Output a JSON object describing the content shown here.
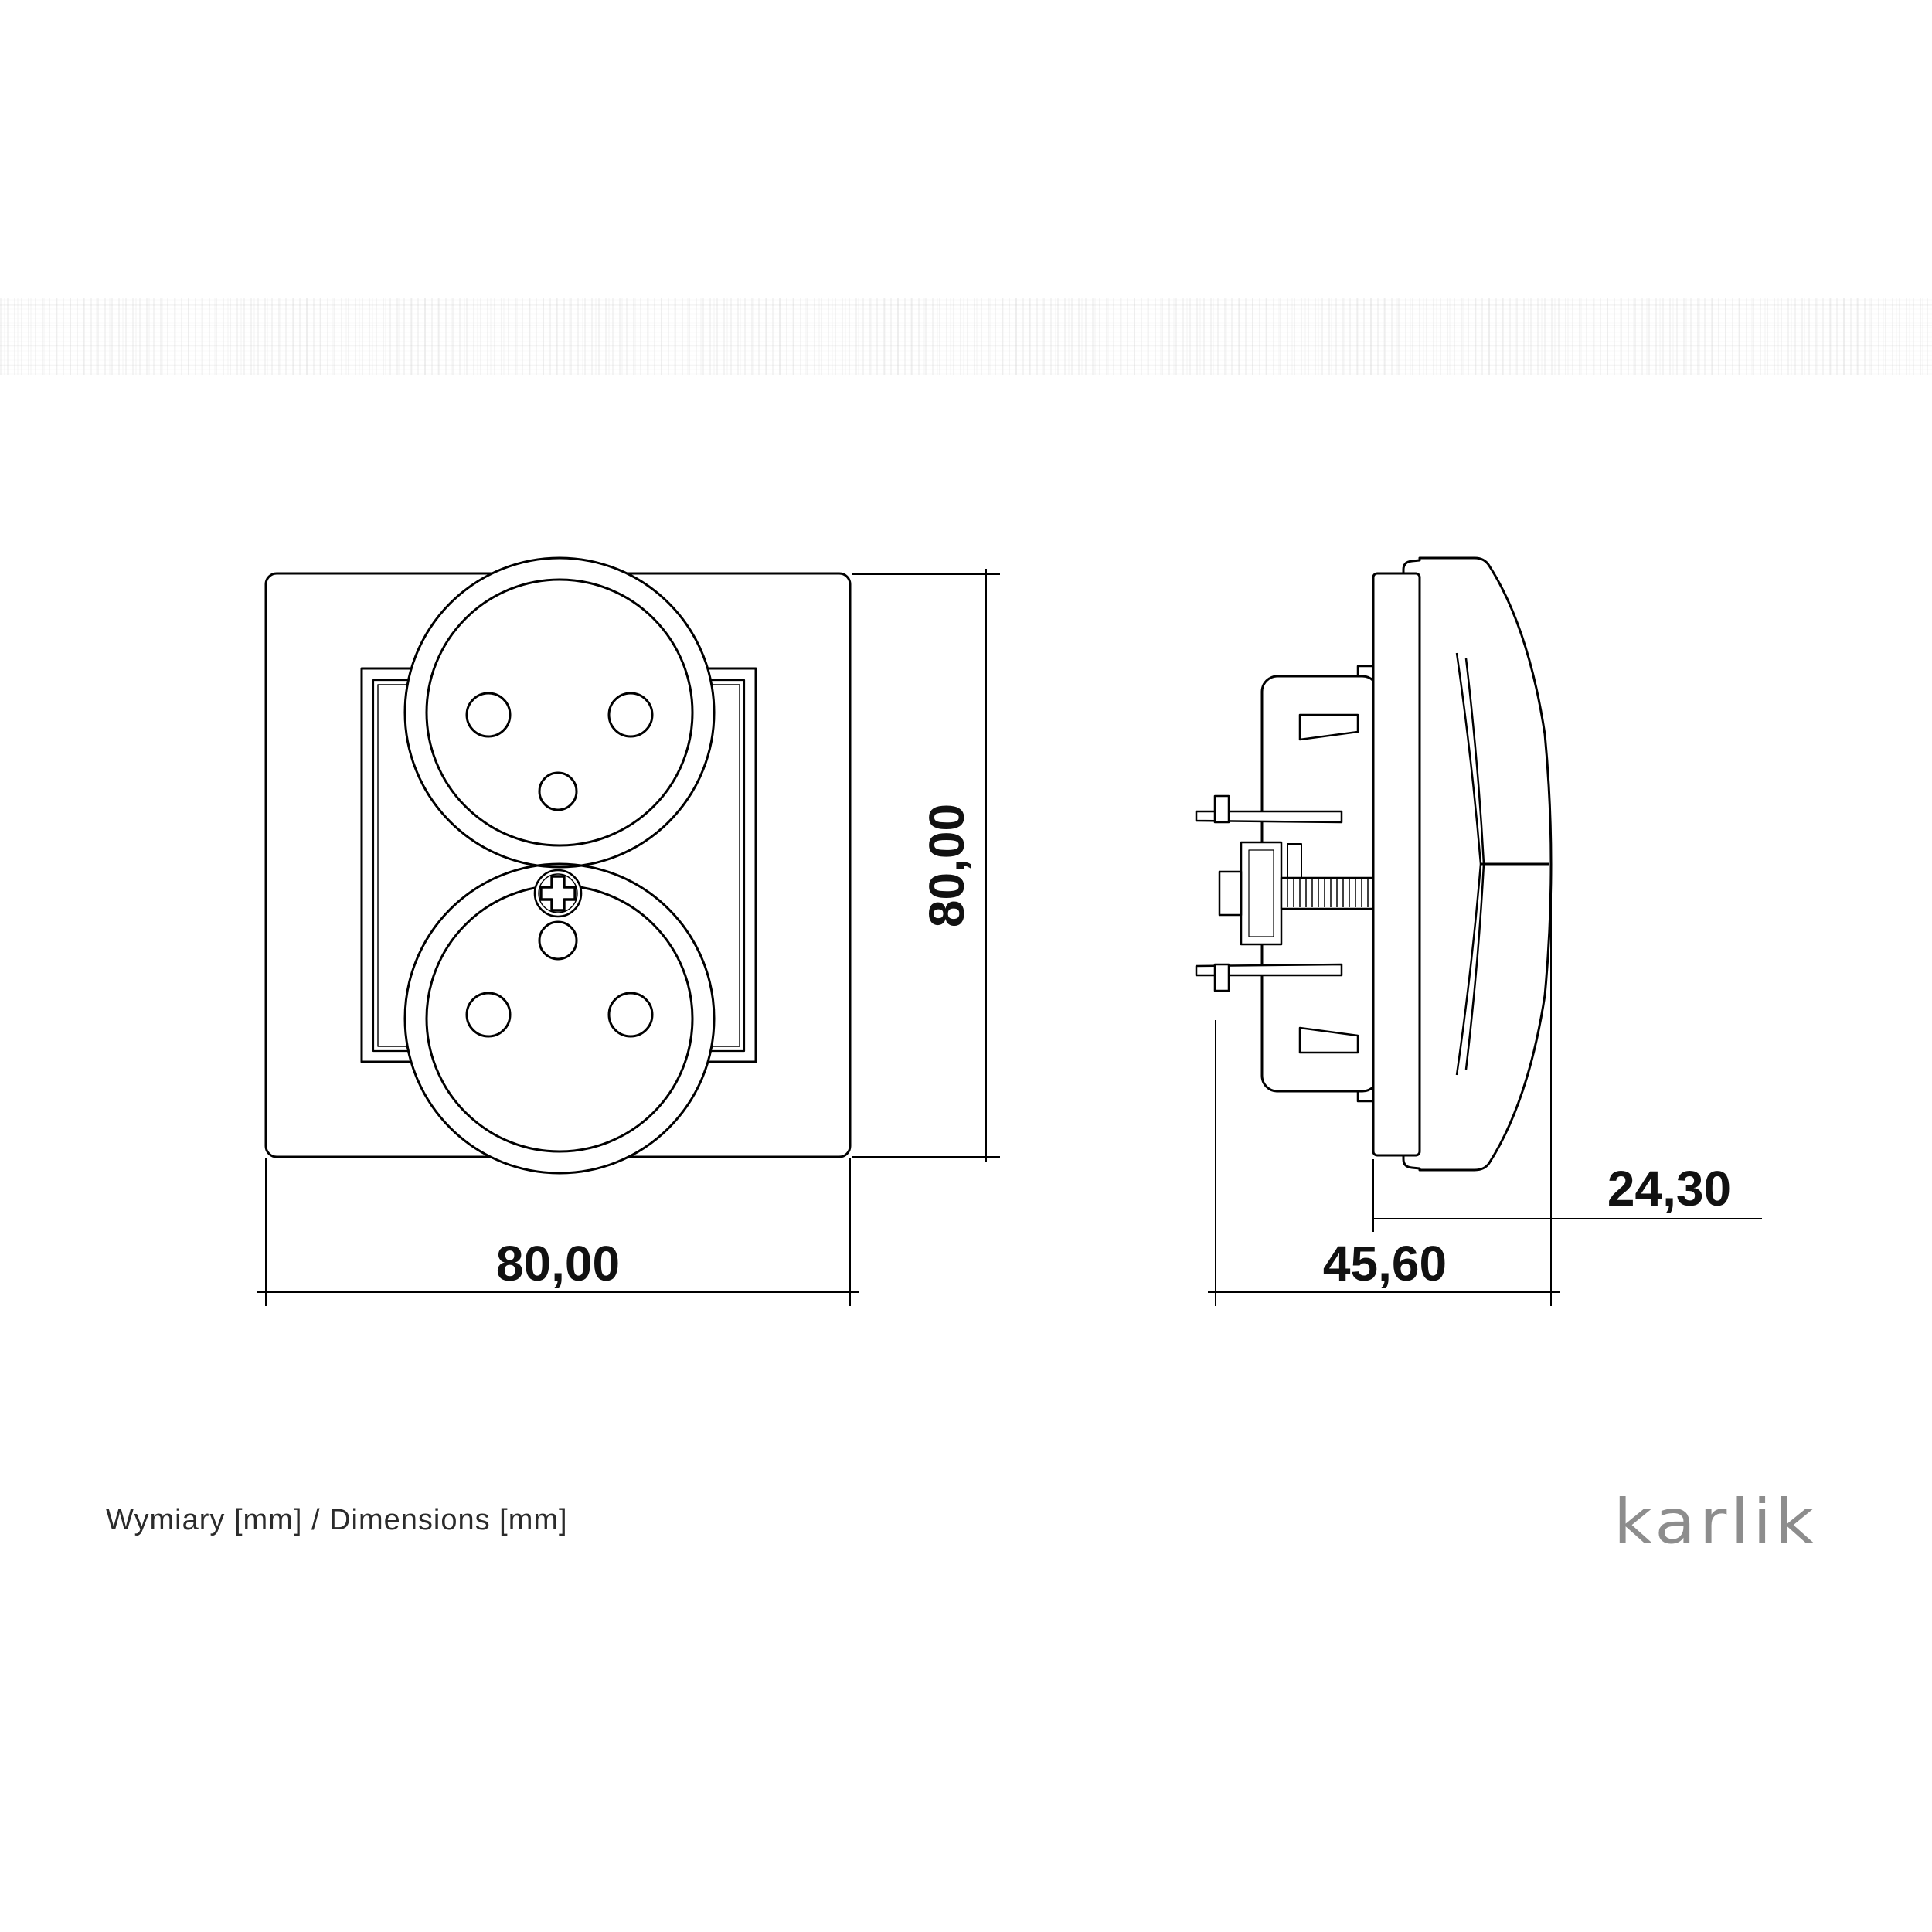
{
  "drawing": {
    "front_view": {
      "width_label": "80,00",
      "height_label": "80,00"
    },
    "side_view": {
      "total_depth_label": "45,60",
      "protrusion_label": "24,30"
    }
  },
  "footer": {
    "note": "Wymiary [mm] / Dimensions [mm]",
    "brand": "karlik"
  },
  "colors": {
    "line": "#000000",
    "dimension_text": "#111111",
    "note_text": "#2b2b2b",
    "brand_gray": "#8d8d8d",
    "background": "#ffffff"
  }
}
